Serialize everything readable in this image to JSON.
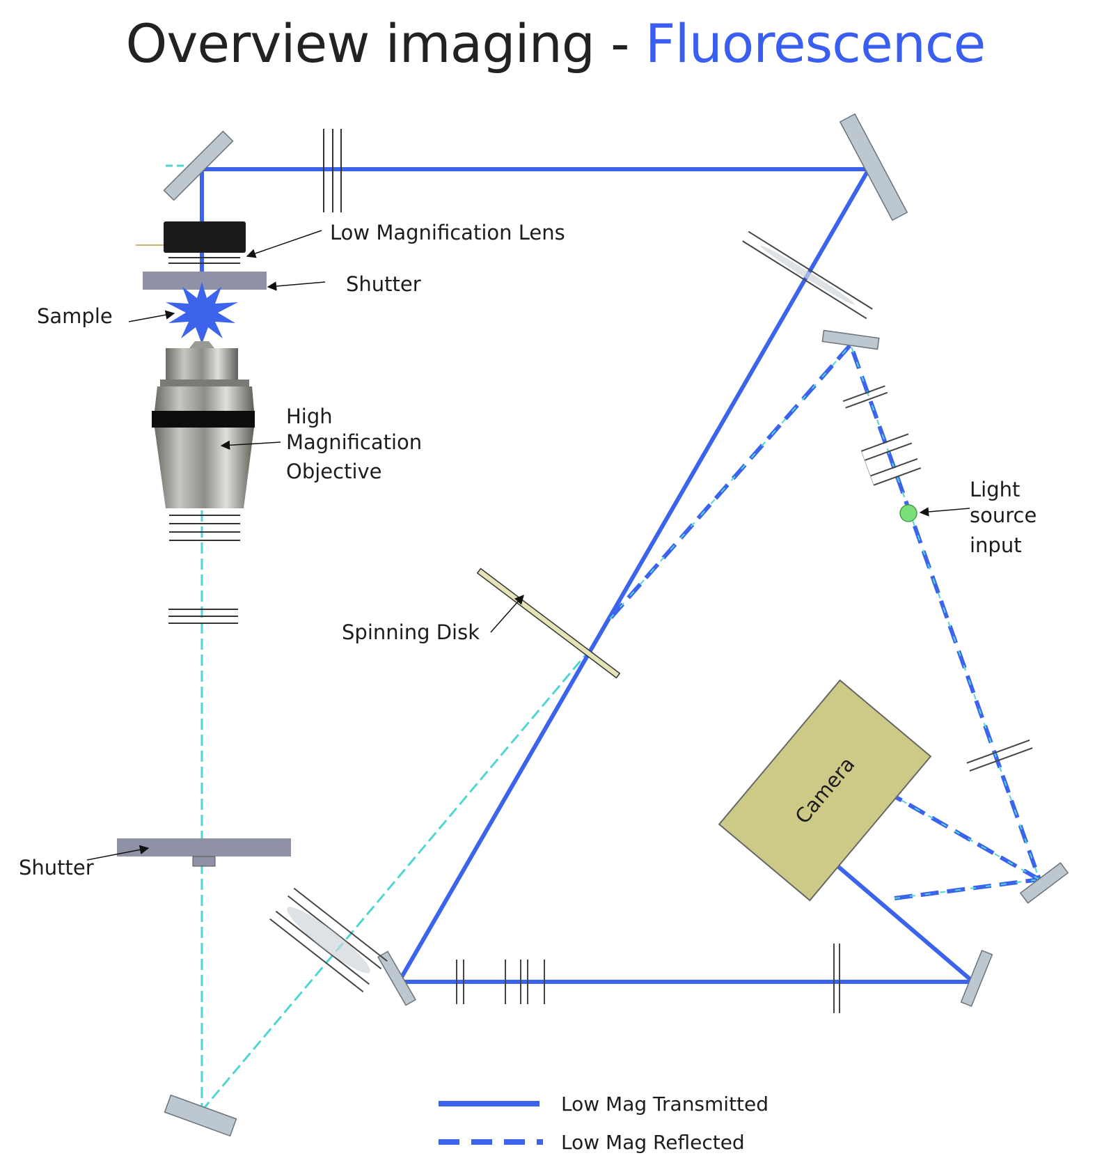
{
  "title": {
    "main": "Overview imaging - ",
    "accent": "Fluorescence"
  },
  "labels": {
    "low_mag_lens": "Low Magnification Lens",
    "shutter_top": "Shutter",
    "sample": "Sample",
    "high_mag_line1": "High",
    "high_mag_line2": "Magnification",
    "high_mag_line3": "Objective",
    "light_line1": "Light",
    "light_line2": "source",
    "light_line3": "input",
    "spinning_disk": "Spinning Disk",
    "camera": "Camera",
    "shutter_bottom": "Shutter"
  },
  "legend": {
    "transmitted": "Low Mag Transmitted",
    "reflected": "Low Mag Reflected"
  },
  "colors": {
    "beam": "#3b63ec",
    "cyan": "#4fd6d2",
    "mirror": "#bcc7cf",
    "shutter": "#8f91a6",
    "camera": "#cdc987",
    "light": "#7be07b",
    "title_accent": "#3a5ff0"
  }
}
